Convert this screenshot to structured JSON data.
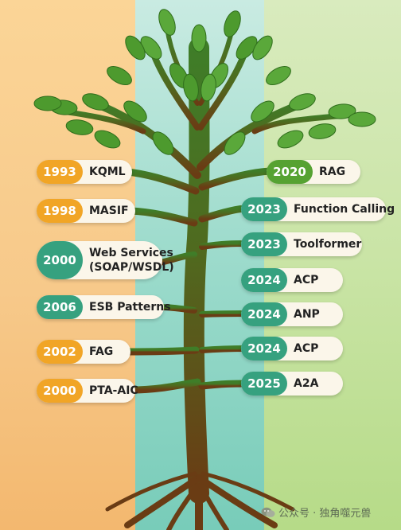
{
  "left_items": [
    {
      "year": "1993",
      "label": "KQML",
      "color": "#f1a526"
    },
    {
      "year": "1998",
      "label": "MASIF",
      "color": "#f1a526"
    },
    {
      "year": "2000",
      "label": "Web Services (SOAP/WSDL)",
      "color": "#36a17f"
    },
    {
      "year": "2006",
      "label": "ESB Patterns",
      "color": "#36a17f"
    },
    {
      "year": "2002",
      "label": "FAG",
      "color": "#f1a526"
    },
    {
      "year": "2000",
      "label": "PTA-AIC",
      "color": "#f1a526"
    }
  ],
  "right_items": [
    {
      "year": "2020",
      "label": "RAG",
      "color": "#56a232"
    },
    {
      "year": "2023",
      "label": "Function Calling",
      "color": "#36a17f"
    },
    {
      "year": "2023",
      "label": "Toolformer",
      "color": "#36a17f"
    },
    {
      "year": "2024",
      "label": "ACP",
      "color": "#36a17f"
    },
    {
      "year": "2024",
      "label": "ANP",
      "color": "#36a17f"
    },
    {
      "year": "2024",
      "label": "ACP",
      "color": "#36a17f"
    },
    {
      "year": "2025",
      "label": "A2A",
      "color": "#36a17f"
    }
  ],
  "watermark": {
    "text": "公众号 · 独角噬元兽",
    "icon": "wechat-icon"
  },
  "colors": {
    "trunk": "#5a4a1e",
    "trunk_top": "#3f7d28",
    "leaf": "#4d9a2e",
    "leaf_dark": "#2f6d1c"
  }
}
